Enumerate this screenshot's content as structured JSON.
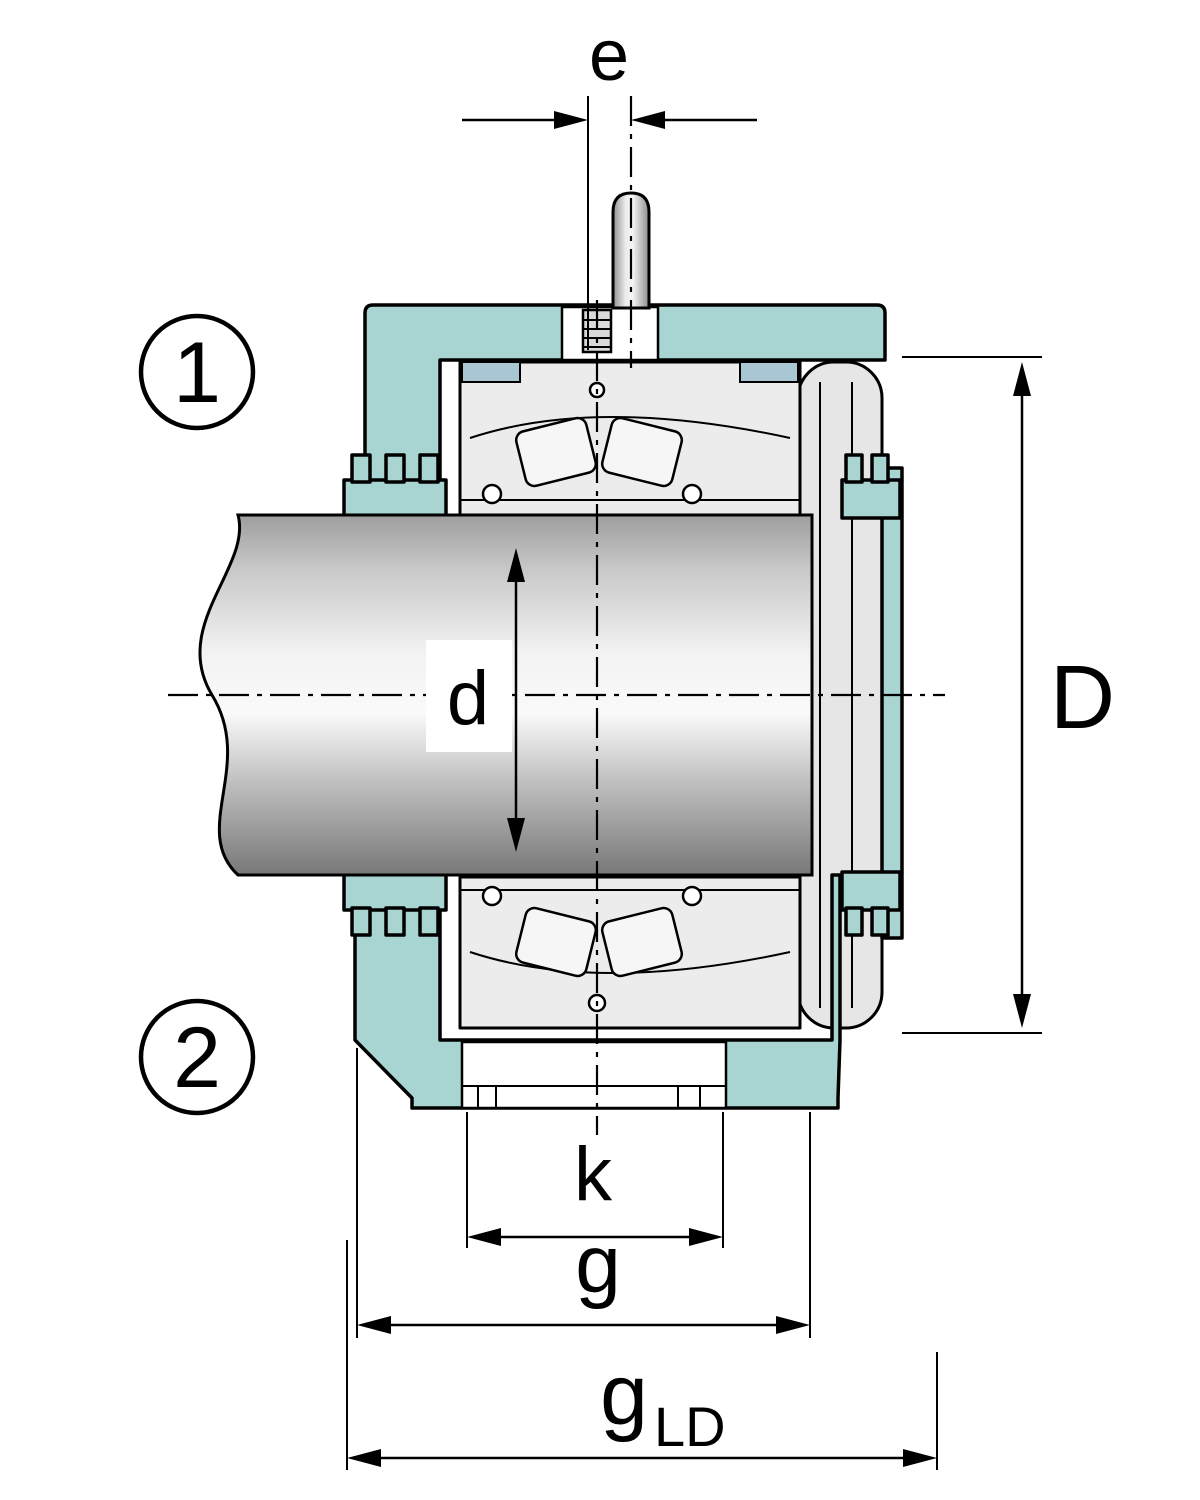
{
  "drawing": {
    "dims": {
      "e": "e",
      "d": "d",
      "D": "D",
      "k": "k",
      "g": "g",
      "g_ld_base": "g",
      "g_ld_sub": "LD"
    },
    "callouts": [
      {
        "label": "1"
      },
      {
        "label": "2"
      }
    ],
    "colors": {
      "housing_teal": "#a8d5d2",
      "bearing_gray": "#ececec",
      "seal_strip_blue": "#a9c6d4",
      "shaft_gray_dark": "#787878",
      "shaft_gray_light": "#fafafa",
      "line_black": "#000000",
      "background": "#ffffff"
    }
  }
}
